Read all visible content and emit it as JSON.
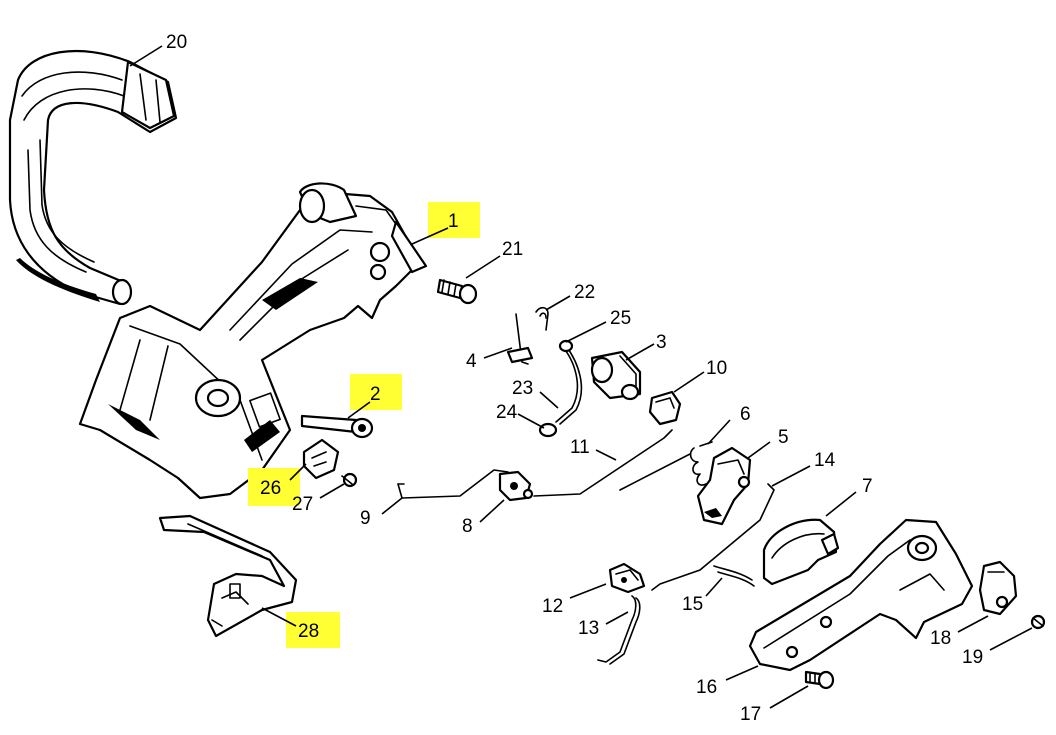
{
  "highlight_color": "#ffff33",
  "callouts": {
    "c1": "1",
    "c2": "2",
    "c3": "3",
    "c4": "4",
    "c5": "5",
    "c6": "6",
    "c7": "7",
    "c8": "8",
    "c9": "9",
    "c10": "10",
    "c11": "11",
    "c12": "12",
    "c13": "13",
    "c14": "14",
    "c15": "15",
    "c16": "16",
    "c17": "17",
    "c18": "18",
    "c19": "19",
    "c20": "20",
    "c21": "21",
    "c22": "22",
    "c23": "23",
    "c24": "24",
    "c25": "25",
    "c26": "26",
    "c27": "27",
    "c28": "28"
  },
  "highlighted": [
    "1",
    "2",
    "26",
    "28"
  ]
}
